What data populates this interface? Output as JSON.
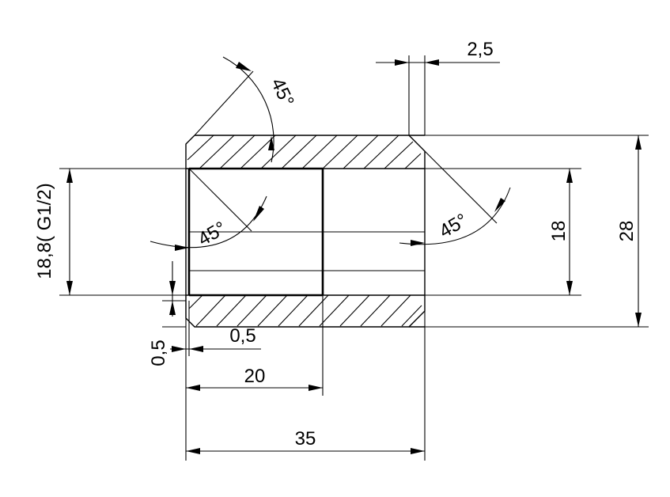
{
  "drawing": {
    "dimensions": {
      "length_total": "35",
      "thread_length": "20",
      "outer_diameter": "28",
      "bore_diameter": "18",
      "thread_diameter": "18,8( G1/2)",
      "wall_step_horizontal": "0,5",
      "wall_step_vertical": "0,5",
      "chamfer_width": "2,5"
    },
    "angles": {
      "top_chamfer": "45°",
      "left_thread_chamfer": "45°",
      "right_bore_chamfer": "45°"
    }
  }
}
